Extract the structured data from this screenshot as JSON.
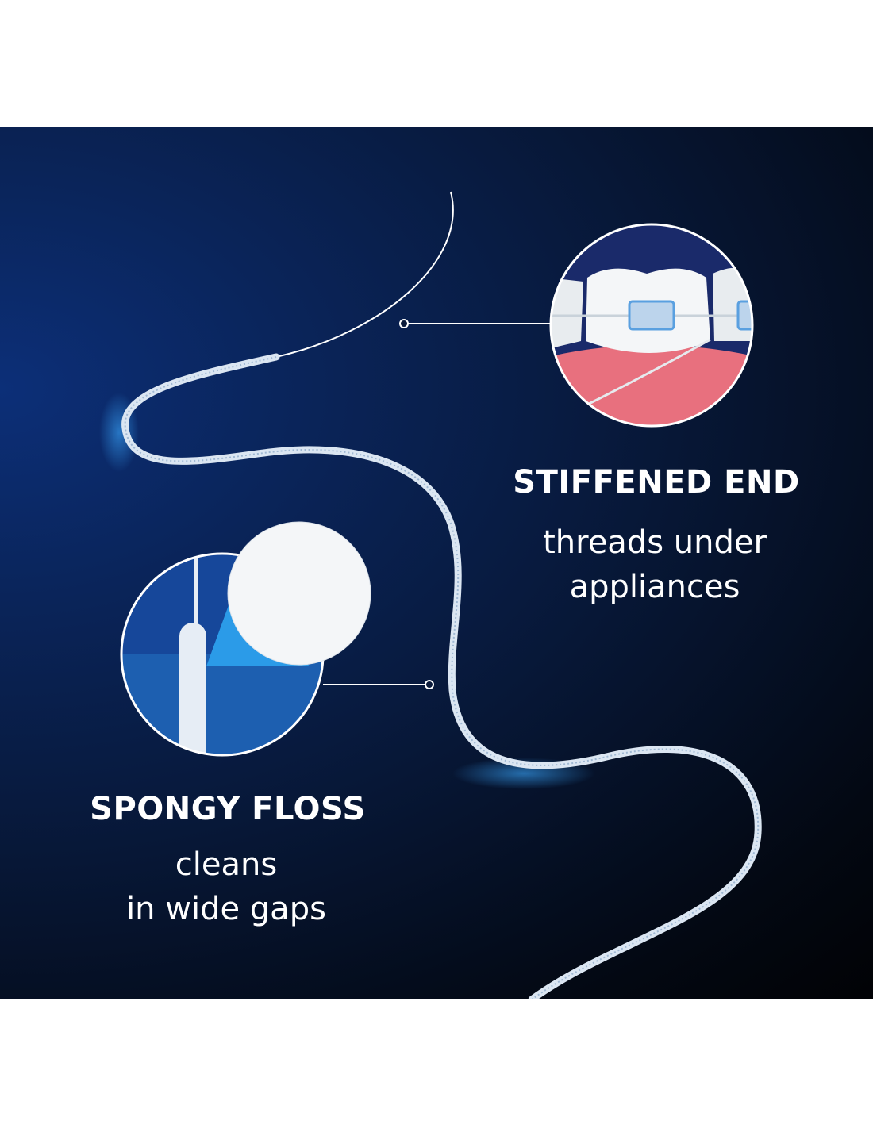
{
  "features": [
    {
      "title": "STIFFENED END",
      "lines": [
        "threads under",
        "appliances"
      ]
    },
    {
      "title": "SPONGY FLOSS",
      "lines": [
        "cleans",
        "in wide gaps"
      ]
    }
  ],
  "colors": {
    "panel_top": "#0c2f78",
    "panel_bottom": "#010205",
    "floss": "#dfe9f3",
    "gum": "#e8707e",
    "accent_blue": "#2a8fe0"
  }
}
